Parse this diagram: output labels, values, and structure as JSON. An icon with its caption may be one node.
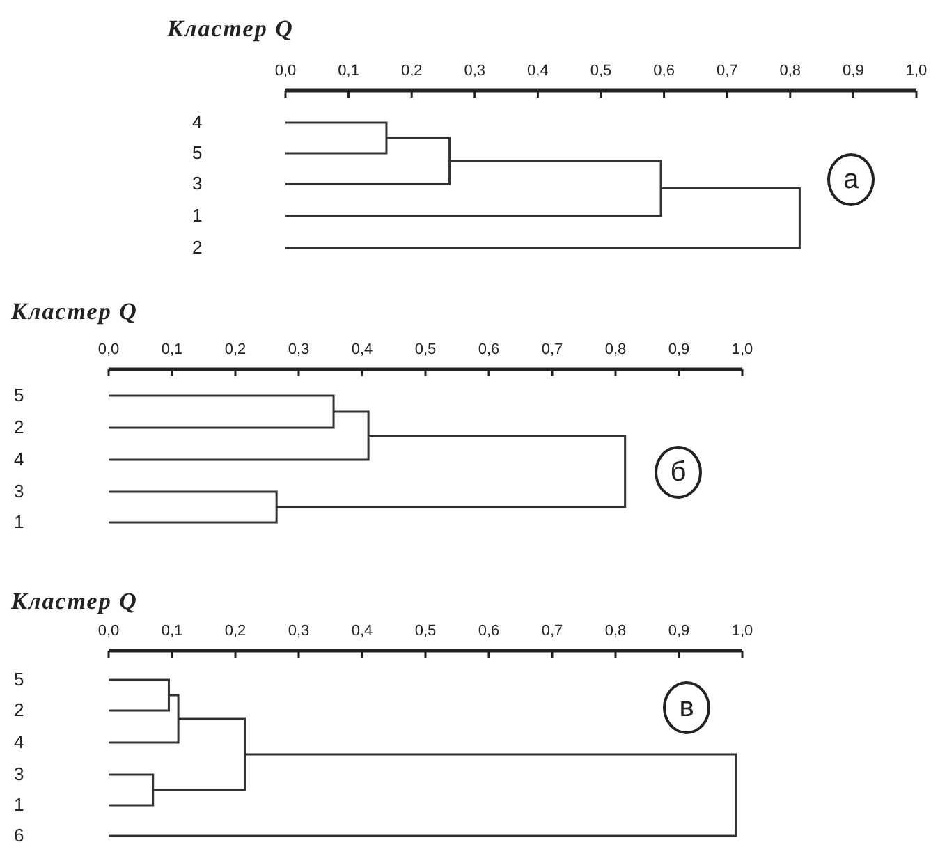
{
  "diagram": {
    "nodes": [
      {
        "text": [
          "а"
        ]
      },
      {
        "text": [
          "б"
        ]
      },
      {
        "text": [
          "в"
        ]
      }
    ],
    "labels": [
      "Кластер Q",
      "0,0",
      "0,1",
      "0,2",
      "0,3",
      "0,4",
      "0,5",
      "0,6",
      "0,7",
      "0,8",
      "0,9",
      "1,0",
      "4",
      "5",
      "3",
      "1",
      "2",
      "Кластер Q",
      "0,0",
      "0,1",
      "0,2",
      "0,3",
      "0,4",
      "0,5",
      "0,6",
      "0,7",
      "0,8",
      "0,9",
      "1,0",
      "5",
      "2",
      "4",
      "3",
      "1",
      "Кластер Q",
      "0,0",
      "0,1",
      "0,2",
      "0,3",
      "0,4",
      "0,5",
      "0,6",
      "0,7",
      "0,8",
      "0,9",
      "1,0",
      "5",
      "2",
      "4",
      "3",
      "1",
      "6"
    ]
  }
}
